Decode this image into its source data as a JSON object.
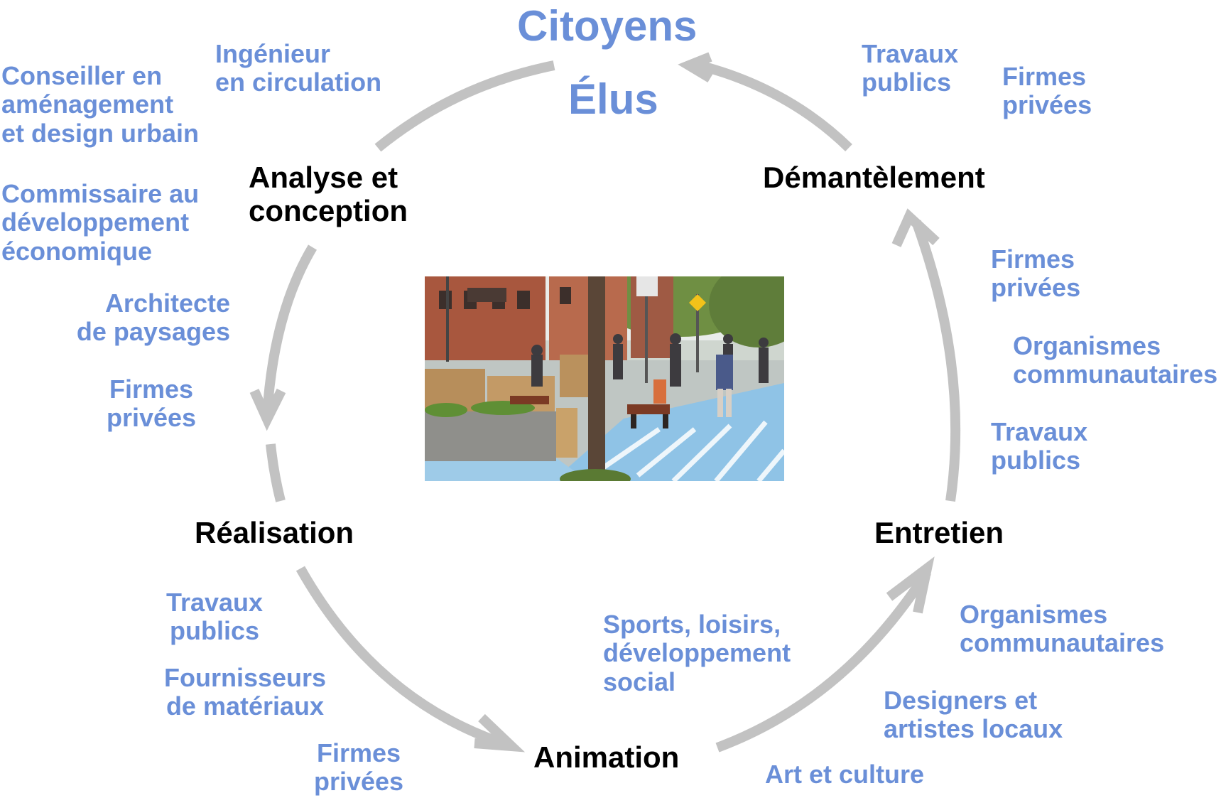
{
  "top": {
    "citoyens": "Citoyens",
    "elus": "Élus"
  },
  "phases": {
    "analyse": "Analyse et\nconception",
    "demantelement": "Démantèlement",
    "entretien": "Entretien",
    "animation": "Animation",
    "realisation": "Réalisation"
  },
  "actors": {
    "ingenieur": "Ingénieur\nen circulation",
    "conseiller": "Conseiller en\naménagement\net design urbain",
    "commissaire": "Commissaire au\ndéveloppement\néconomique",
    "architecte": "Architecte\nde paysages",
    "firmes_analyse": "Firmes\nprivées",
    "travaux_dem": "Travaux\npublics",
    "firmes_dem": "Firmes\nprivées",
    "firmes_ent": "Firmes\nprivées",
    "organismes_ent": "Organismes\ncommunautaires",
    "travaux_ent": "Travaux\npublics",
    "organismes_anim": "Organismes\ncommunautaires",
    "designers": "Designers et\nartistes locaux",
    "art": "Art et culture",
    "sports": "Sports, loisirs,\ndéveloppement\nsocial",
    "travaux_real": "Travaux\npublics",
    "fournisseurs": "Fournisseurs\nde matériaux",
    "firmes_real": "Firmes\nprivées"
  },
  "colors": {
    "actor": "#6a8fd8",
    "phase": "#000000",
    "arrow": "#c2c2c2"
  }
}
